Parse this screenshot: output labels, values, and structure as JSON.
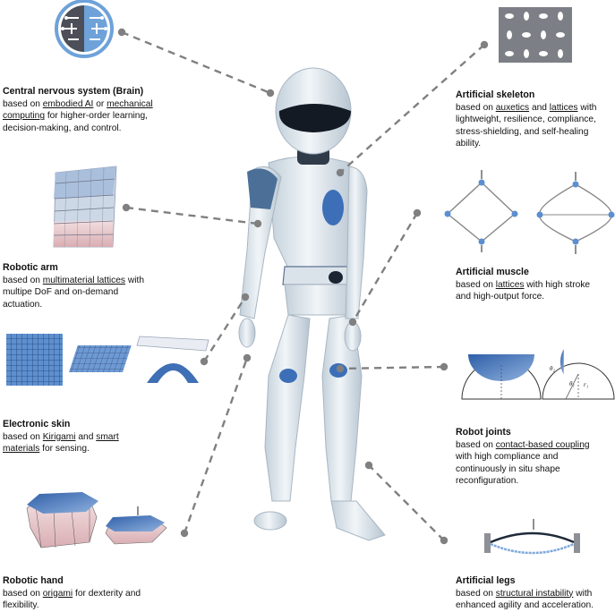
{
  "systems": {
    "brain": {
      "title": "Central nervous system  (Brain)",
      "l1a": "based on ",
      "l1b": "embodied AI",
      "l1c": "  or ",
      "l1d": "mechanical",
      "l2a": "computing",
      "l2b": " for higher-order learning,",
      "l3": "decision-making, and control."
    },
    "arm": {
      "title": "Robotic arm",
      "l1a": "based on ",
      "l1b": "multimaterial lattices",
      "l1c": " with",
      "l2": "multipe DoF and on-demand",
      "l3": "actuation."
    },
    "skin": {
      "title": "Electronic skin",
      "l1a": "based on ",
      "l1b": "Kirigami",
      "l1c": " and ",
      "l1d": "smart",
      "l2a": "materials",
      "l2b": " for sensing."
    },
    "hand": {
      "title": "Robotic hand",
      "l1a": "based on ",
      "l1b": "origami",
      "l1c": " for dexterity and",
      "l2": "flexibility."
    },
    "skeleton": {
      "title": "Artificial skeleton",
      "l1a": "based on ",
      "l1b": "auxetics",
      "l1c": " and ",
      "l1d": "lattices",
      "l1e": " with",
      "l2": "lightweight, resilience, compliance,",
      "l3": "stress-shielding, and self-healing",
      "l4": "ability."
    },
    "muscle": {
      "title": "Artificial muscle",
      "l1a": "based on ",
      "l1b": "lattices",
      "l1c": " with high stroke",
      "l2": "and high-output force."
    },
    "joints": {
      "title": "Robot joints",
      "l1a": "based on ",
      "l1b": "contact-based coupling",
      "l2": " with high compliance and",
      "l3": "continuously in situ shape",
      "l4": "reconfiguration."
    },
    "legs": {
      "title": "Artificial legs",
      "l1a": "based on ",
      "l1b": "structural instability",
      "l1c": " with",
      "l2": "enhanced agility and acceleration."
    }
  },
  "joint_labels": {
    "theta1": "θ₁",
    "theta2": "θ₂",
    "r1": "r₁"
  },
  "colors": {
    "connector": "#808080",
    "accent_blue": "#3f6fb4",
    "light_blue": "#a9c4e6",
    "robot_body": "#e3eaf0",
    "robot_shadow": "#b9c7d2",
    "pink": "#e7c3c6"
  },
  "icons": [
    "brain-circuit-icon",
    "robot-figure",
    "lattice-block-icon",
    "kirigami-sheet-icon",
    "origami-octagon-icon",
    "auxetic-lattice-icon",
    "diamond-lattice-icon",
    "hemisphere-joint-icon",
    "buckled-beam-icon"
  ]
}
